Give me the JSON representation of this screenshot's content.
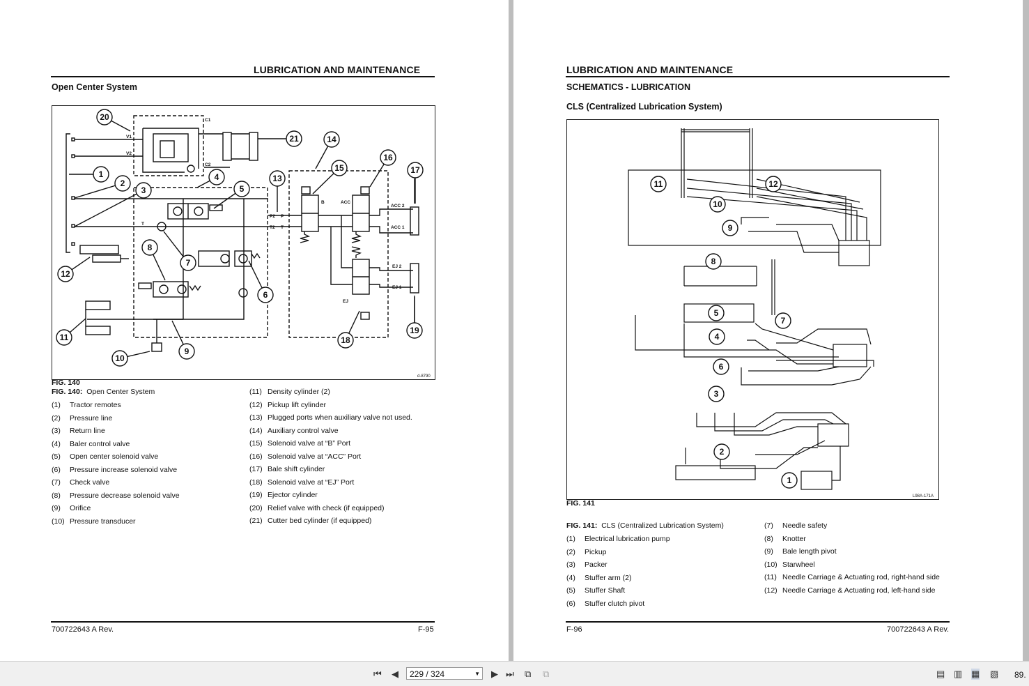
{
  "left_page": {
    "header": "LUBRICATION AND MAINTENANCE",
    "section": "Open Center System",
    "fig_label": "FIG. 140",
    "fig_code": "d-8790",
    "caption_prefix": "FIG. 140:",
    "caption_text": "Open Center System",
    "legend_col1": [
      {
        "num": "(1)",
        "text": "Tractor remotes"
      },
      {
        "num": "(2)",
        "text": "Pressure line"
      },
      {
        "num": "(3)",
        "text": "Return line"
      },
      {
        "num": "(4)",
        "text": "Baler control valve"
      },
      {
        "num": "(5)",
        "text": "Open center solenoid valve"
      },
      {
        "num": "(6)",
        "text": "Pressure increase solenoid valve"
      },
      {
        "num": "(7)",
        "text": "Check valve"
      },
      {
        "num": "(8)",
        "text": "Pressure decrease solenoid valve"
      },
      {
        "num": "(9)",
        "text": "Orifice"
      },
      {
        "num": "(10)",
        "text": "Pressure transducer"
      }
    ],
    "legend_col2": [
      {
        "num": "(11)",
        "text": "Density cylinder (2)"
      },
      {
        "num": "(12)",
        "text": "Pickup lift cylinder"
      },
      {
        "num": "(13)",
        "text": "Plugged ports when auxiliary valve not used."
      },
      {
        "num": "(14)",
        "text": "Auxiliary control valve"
      },
      {
        "num": "(15)",
        "text": "Solenoid valve at “B” Port"
      },
      {
        "num": "(16)",
        "text": "Solenoid valve at “ACC” Port"
      },
      {
        "num": "(17)",
        "text": "Bale shift cylinder"
      },
      {
        "num": "(18)",
        "text": "Solenoid valve at “EJ” Port"
      },
      {
        "num": "(19)",
        "text": "Ejector cylinder"
      },
      {
        "num": "(20)",
        "text": "Relief valve with check (if equipped)"
      },
      {
        "num": "(21)",
        "text": "Cutter bed cylinder (if equipped)"
      }
    ],
    "footer_left": "700722643 A Rev.",
    "footer_right": "F-95",
    "diagram_labels": {
      "c1": "C1",
      "c2": "C2",
      "v1": "V1",
      "v2": "V2",
      "t": "T",
      "p2": "P2",
      "p": "P",
      "t2": "T2",
      "t3": "T",
      "b": "B",
      "acc": "ACC",
      "acc2": "ACC 2",
      "acc1": "ACC 1",
      "ej2": "EJ 2",
      "ej1": "EJ 1",
      "ej": "EJ"
    }
  },
  "right_page": {
    "header": "LUBRICATION AND MAINTENANCE",
    "section1": "SCHEMATICS - LUBRICATION",
    "section2": "CLS (Centralized Lubrication System)",
    "fig_label": "FIG. 141",
    "fig_code": "L98A-171A",
    "caption_prefix": "FIG. 141:",
    "caption_text": "CLS (Centralized Lubrication System)",
    "legend_col1": [
      {
        "num": "(1)",
        "text": "Electrical lubrication pump"
      },
      {
        "num": "(2)",
        "text": "Pickup"
      },
      {
        "num": "(3)",
        "text": "Packer"
      },
      {
        "num": "(4)",
        "text": "Stuffer arm (2)"
      },
      {
        "num": "(5)",
        "text": "Stuffer Shaft"
      },
      {
        "num": "(6)",
        "text": "Stuffer clutch pivot"
      }
    ],
    "legend_col2": [
      {
        "num": "(7)",
        "text": "Needle safety"
      },
      {
        "num": "(8)",
        "text": "Knotter"
      },
      {
        "num": "(9)",
        "text": "Bale length pivot"
      },
      {
        "num": "(10)",
        "text": "Starwheel"
      },
      {
        "num": "(11)",
        "text": "Needle Carriage & Actuating rod, right-hand side"
      },
      {
        "num": "(12)",
        "text": "Needle Carriage & Actuating rod, left-hand side"
      }
    ],
    "footer_left": "F-96",
    "footer_right": "700722643 A Rev."
  },
  "toolbar": {
    "page_indicator": "229 / 324",
    "zoom": "89.",
    "first_icon": "first-page-icon",
    "prev_icon": "prev-page-icon",
    "next_icon": "next-page-icon",
    "last_icon": "last-page-icon"
  }
}
